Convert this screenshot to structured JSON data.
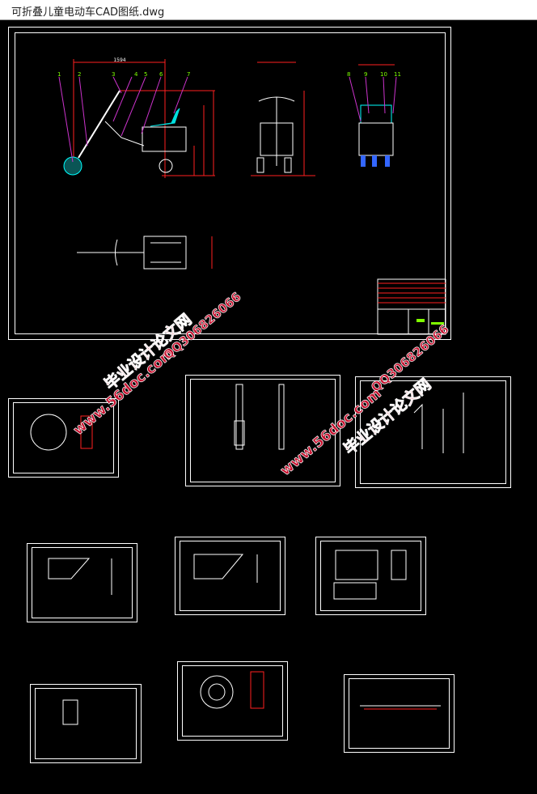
{
  "window": {
    "title": "可折叠儿童电动车CAD图纸.dwg"
  },
  "drawing": {
    "main_dimension": "1594",
    "balloons_side": [
      "1",
      "2",
      "3",
      "4",
      "5",
      "6",
      "7"
    ],
    "balloons_rear": [
      "8",
      "9",
      "10",
      "11"
    ]
  },
  "watermarks": {
    "site_cn": "毕业设计论文网",
    "url": "www.56doc.com",
    "qq": "QQ306826066"
  },
  "colors": {
    "background": "#000000",
    "line": "#ffffff",
    "dimension": "#ff2020",
    "leader": "#cc33cc",
    "accent": "#00ffff",
    "text": "#7fff00",
    "watermark": "#c8102e"
  }
}
